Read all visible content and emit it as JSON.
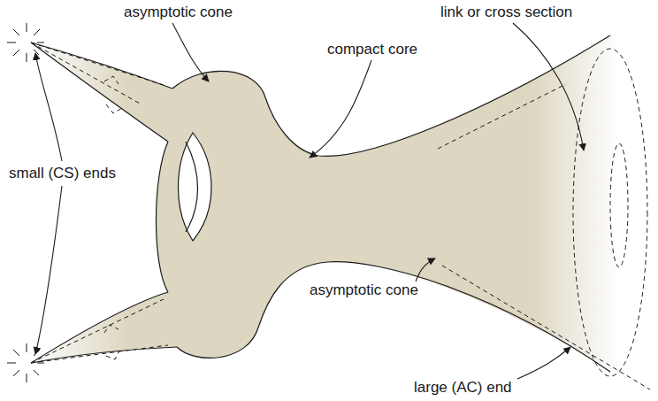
{
  "diagram": {
    "labels": [
      "asymptotic cone",
      "link or cross section",
      "compact core",
      "small (CS) ends",
      "asymptotic cone",
      "large (AC) end"
    ]
  }
}
